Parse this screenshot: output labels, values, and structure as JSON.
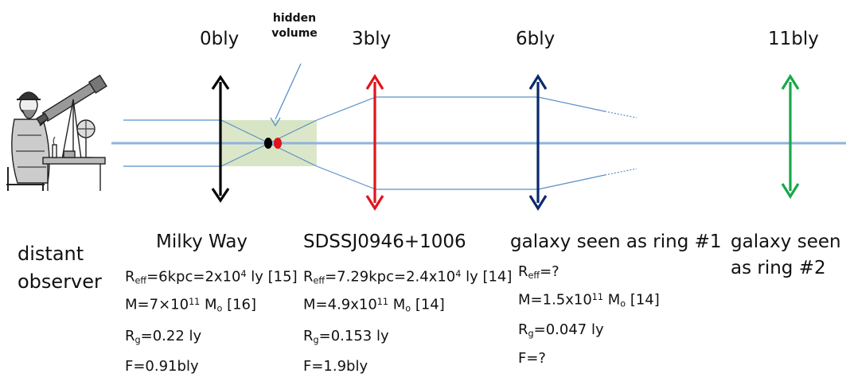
{
  "distance_labels": [
    "0bly",
    "3bly",
    "6bly",
    "11bly"
  ],
  "hidden_volume": [
    "hidden",
    "volume"
  ],
  "observer": [
    "distant",
    "observer"
  ],
  "milky_way": {
    "name": "Milky Way",
    "reff": {
      "v1": "=6kpc=2x10",
      "exp": "4",
      "v2": " ly [15]"
    },
    "mass": {
      "v1": "M=7×10",
      "exp": "11",
      "v2": " M",
      "sub": "o",
      "v3": " [16]"
    },
    "rg": "=0.22 ly",
    "f": "F=0.91bly"
  },
  "sdss": {
    "name": "SDSSJ0946+1006",
    "reff": {
      "v1": "=7.29kpc=2.4x10",
      "exp": "4",
      "v2": " ly [14]"
    },
    "mass": {
      "v1": "M=4.9x10",
      "exp": "11",
      "v2": " M",
      "sub": "o",
      "v3": " [14]"
    },
    "rg": "=0.153 ly",
    "f": "F=1.9bly"
  },
  "ring1": {
    "name": "galaxy seen as ring #1",
    "reff": "=?",
    "mass": {
      "v1": "M=1.5x10",
      "exp": "11",
      "v2": " M",
      "sub": "o",
      "v3": " [14]"
    },
    "rg": "=0.047 ly",
    "f": "F=?"
  },
  "ring2": {
    "line1": "galaxy seen",
    "line2": "as ring #2"
  },
  "colors": {
    "black_lens": "#000000",
    "red_lens": "#e0141b",
    "navy_lens": "#0b2a6b",
    "green_lens": "#17a84a",
    "axis": "#8fb3dd",
    "rays": "#5b8fc7",
    "volume": "#d8e4c4"
  }
}
